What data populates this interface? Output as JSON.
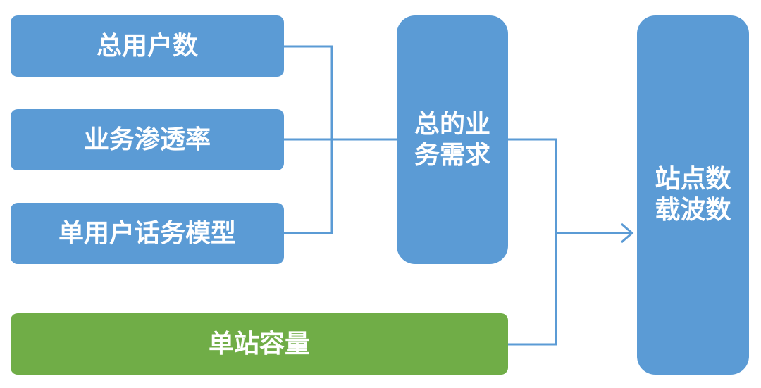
{
  "diagram": {
    "inputs": {
      "total_users": "总用户数",
      "service_penetration": "业务渗透率",
      "per_user_traffic_model": "单用户话务模型",
      "single_site_capacity": "单站容量"
    },
    "intermediate": {
      "total_service_demand": "总的业务需求"
    },
    "output": {
      "site_carrier_count": "站点数载波数"
    },
    "colors": {
      "blue_box": "#5b9bd5",
      "green_box": "#70ad47",
      "connector": "#5b9bd5",
      "text": "#ffffff"
    }
  }
}
